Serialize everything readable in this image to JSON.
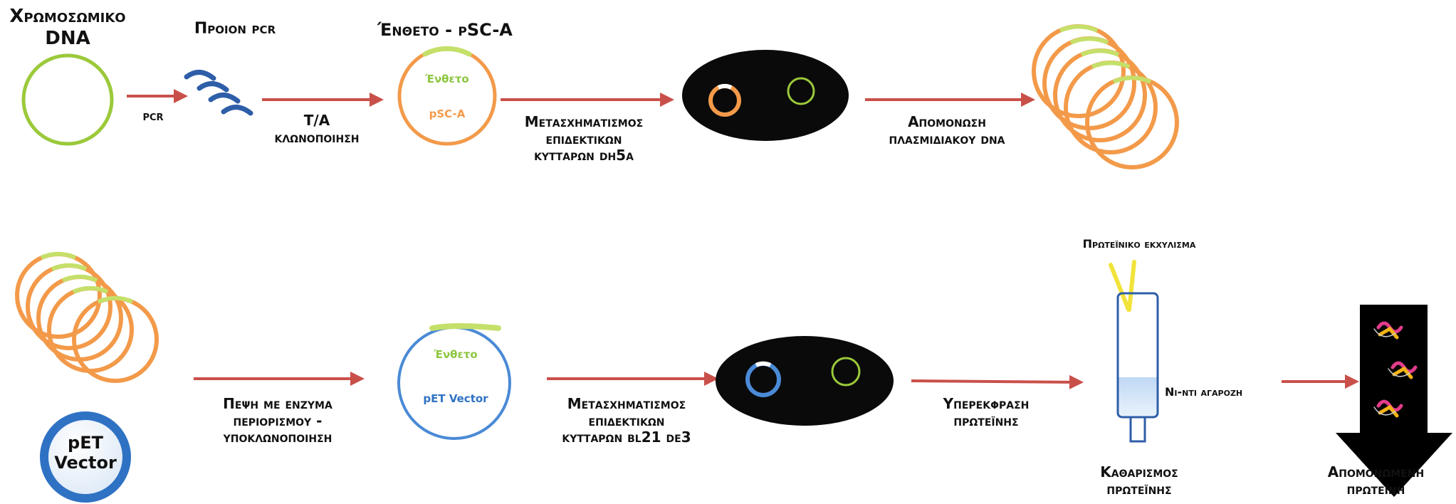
{
  "row1": {
    "chromosomal_dna": [
      "Χρωμοσωμικο",
      "DNA"
    ],
    "pcr_product": "Προιον pcr",
    "arrow_pcr": "pcr",
    "ta_cloning": [
      "Τ/Α",
      "κλωνοποιηση"
    ],
    "insert_psca_title": "Ένθετο - pSC-A",
    "plasmid_insert_text": "Ένθετο",
    "plasmid_vector_text": "pSC-A",
    "transformation": [
      "Μετασχηματισμος",
      "επιδεκτικων",
      "κυτταρων dh5a"
    ],
    "isolation": [
      "Απομονωση",
      "πλασμιδιακου dna"
    ]
  },
  "row2": {
    "digestion": [
      "Πεψη με ενζυμα",
      "περιορισμου -",
      "υποκλωνοποιηση"
    ],
    "pet_badge": [
      "pET",
      "Vector"
    ],
    "plasmid_insert_text": "Ένθετο",
    "plasmid_vector_text": "pET Vector",
    "transformation": [
      "Μετασχηματισμος",
      "επιδεκτικων",
      "κυτταρων bl21 de3"
    ],
    "overexpression": [
      "Υπερεκφραση",
      "πρωτεϊνης"
    ],
    "protein_extract": "Πρωτεϊνικο εκχυλισμα",
    "resin": "Ni-nti αγαροζη",
    "purification": [
      "Καθαρισμος",
      "πρωτεϊνης"
    ],
    "isolated": [
      "Απομονωμενη",
      "πρωτεϊνη"
    ]
  },
  "colors": {
    "orange": "#F39A4A",
    "green": "#9BC93B",
    "light_green": "#C5E06A",
    "blue": "#4A8AD6",
    "navy": "#2E5EA8",
    "arrow": "#C9504A",
    "yellow": "#F2E33A"
  }
}
